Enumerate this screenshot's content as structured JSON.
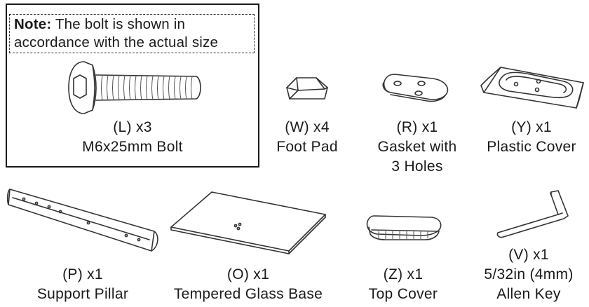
{
  "note": {
    "prefix": "Note:",
    "text": " The bolt is shown in",
    "text2": "accordance with the actual size"
  },
  "parts": {
    "L": {
      "code": "(L)  x3",
      "name": "M6x25mm Bolt"
    },
    "W": {
      "code": "(W)  x4",
      "name": "Foot Pad"
    },
    "R": {
      "code": "(R)  x1",
      "name": "Gasket with",
      "name2": "3 Holes"
    },
    "Y": {
      "code": "(Y)  x1",
      "name": "Plastic Cover"
    },
    "P": {
      "code": "(P)  x1",
      "name": "Support Pillar"
    },
    "O": {
      "code": "(O)  x1",
      "name": "Tempered Glass Base"
    },
    "Z": {
      "code": "(Z)  x1",
      "name": "Top Cover"
    },
    "V": {
      "code": "(V)  x1",
      "name": "5/32in (4mm)",
      "name2": "Allen Key"
    }
  },
  "icons": [
    "bolt-icon",
    "foot-pad-icon",
    "gasket-icon",
    "plastic-cover-icon",
    "support-pillar-icon",
    "glass-base-icon",
    "top-cover-icon",
    "allen-key-icon"
  ]
}
